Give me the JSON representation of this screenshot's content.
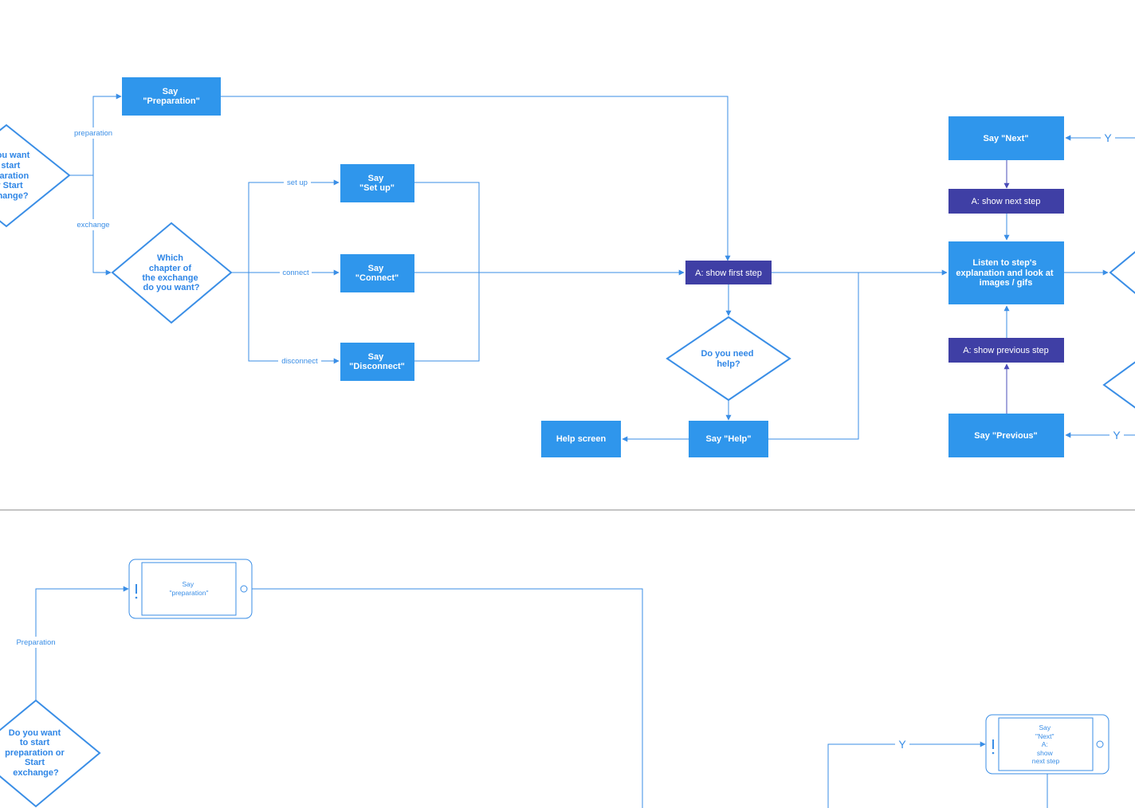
{
  "top": {
    "diamond_start": [
      "ou want",
      "o start",
      "paration",
      "r Start",
      "hange?"
    ],
    "branch_preparation": "preparation",
    "branch_exchange": "exchange",
    "say_preparation": [
      "Say",
      "\"Preparation\""
    ],
    "diamond_chapter": [
      "Which",
      "chapter of",
      "the exchange",
      "do you want?"
    ],
    "branch_setup": "set up",
    "branch_connect": "connect",
    "branch_disconnect": "disconnect",
    "say_setup": [
      "Say",
      "\"Set up\""
    ],
    "say_connect": [
      "Say",
      "\"Connect\""
    ],
    "say_disconnect": [
      "Say",
      "\"Disconnect\""
    ],
    "show_first_step": "A: show first step",
    "diamond_help": [
      "Do you need",
      "help?"
    ],
    "say_help": "Say \"Help\"",
    "help_screen": "Help screen",
    "say_next": "Say \"Next\"",
    "show_next_step": "A: show next step",
    "listen_step": [
      "Listen to step's",
      "explanation and look at",
      "images / gifs"
    ],
    "show_previous_step": "A: show previous step",
    "say_previous": "Say \"Previous\"",
    "y_label_top": "Y",
    "y_label_bottom": "Y"
  },
  "bottom": {
    "phone_preparation": [
      "Say",
      "\"preparation\""
    ],
    "branch_preparation": "Preparation",
    "diamond_start": [
      "Do you want",
      "to start",
      "preparation or",
      "Start",
      "exchange?"
    ],
    "y_label": "Y",
    "phone_next": [
      "Say",
      "\"Next\"",
      "A:",
      "show",
      "next step"
    ]
  },
  "colors": {
    "box": "#2f96ec",
    "action": "#3f3fa5",
    "line": "#3a8ee6",
    "divider": "#b0b0b0"
  }
}
